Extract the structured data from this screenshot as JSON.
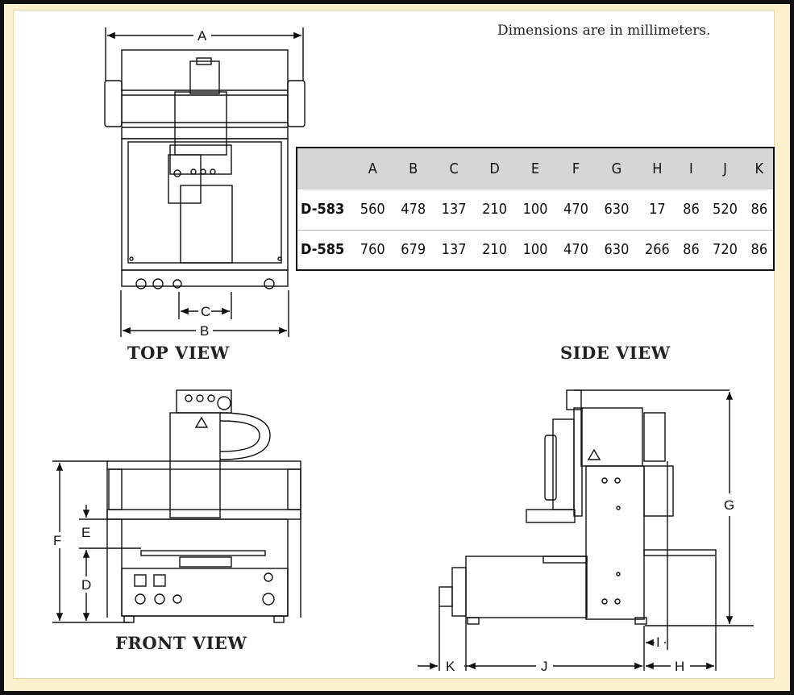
{
  "note": "Dimensions are in millimeters.",
  "views": {
    "top": "TOP VIEW",
    "side": "SIDE VIEW",
    "front": "FRONT VIEW"
  },
  "dim_table": {
    "columns": [
      "",
      "A",
      "B",
      "C",
      "D",
      "E",
      "F",
      "G",
      "H",
      "I",
      "J",
      "K"
    ],
    "rows": [
      {
        "model": "D-583",
        "values": [
          "560",
          "478",
          "137",
          "210",
          "100",
          "470",
          "630",
          "17",
          "86",
          "520",
          "86"
        ]
      },
      {
        "model": "D-585",
        "values": [
          "760",
          "679",
          "137",
          "210",
          "100",
          "470",
          "630",
          "266",
          "86",
          "720",
          "86"
        ]
      }
    ]
  },
  "dim_labels": {
    "A": "A",
    "B": "B",
    "C": "C",
    "D": "D",
    "E": "E",
    "F": "F",
    "G": "G",
    "H": "H",
    "I": "I",
    "J": "J",
    "K": "K"
  },
  "colors": {
    "border": "#111111",
    "background": "#fbf1cc",
    "table_header": "#d6d6d6"
  }
}
